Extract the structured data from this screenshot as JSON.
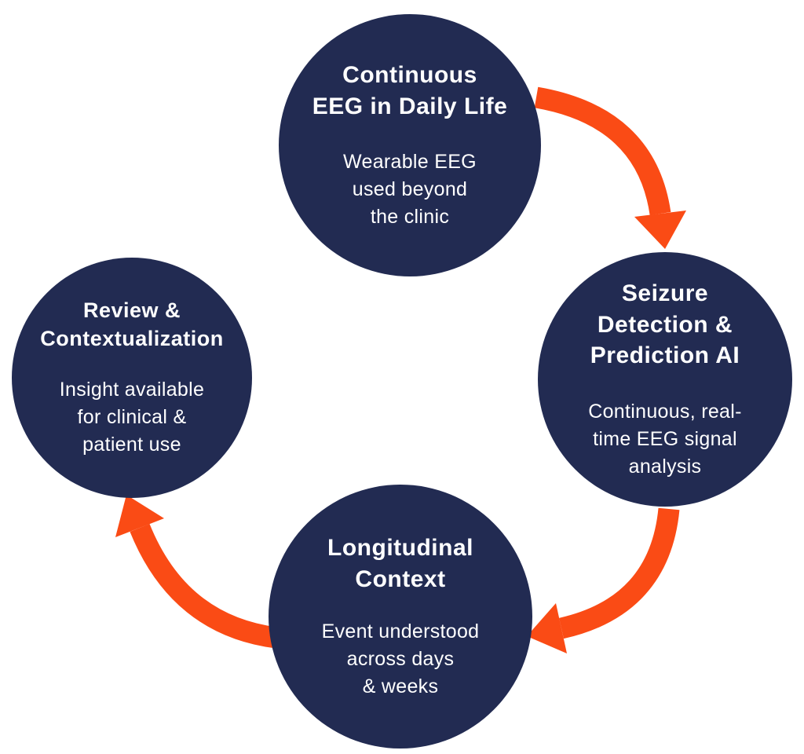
{
  "diagram": {
    "type": "cycle",
    "colors": {
      "node": "#222b52",
      "arrow": "#fa4b15",
      "text": "#ffffff"
    },
    "nodes": [
      {
        "id": "continuous-eeg",
        "title": "Continuous\nEEG in Daily Life",
        "description": "Wearable EEG\nused beyond\nthe clinic"
      },
      {
        "id": "seizure-detection-prediction-ai",
        "title": "Seizure\nDetection &\nPrediction AI",
        "description": "Continuous, real-\ntime EEG signal\nanalysis"
      },
      {
        "id": "longitudinal-context",
        "title": "Longitudinal\nContext",
        "description": "Event understood\nacross days\n& weeks"
      },
      {
        "id": "review-contextualization",
        "title": "Review &\nContextualization",
        "description": "Insight available\nfor clinical &\npatient use"
      }
    ],
    "arrows": [
      {
        "name": "arrow-top-to-right",
        "from": "continuous-eeg",
        "to": "seizure-detection-prediction-ai"
      },
      {
        "name": "arrow-right-to-bottom",
        "from": "seizure-detection-prediction-ai",
        "to": "longitudinal-context"
      },
      {
        "name": "arrow-bottom-to-left",
        "from": "longitudinal-context",
        "to": "review-contextualization"
      }
    ]
  }
}
